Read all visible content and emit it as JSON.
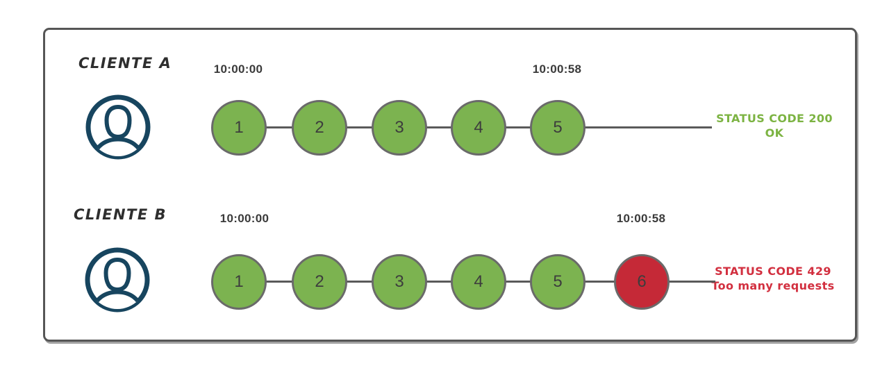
{
  "diagram": {
    "topic": "rate-limiting",
    "colors": {
      "request_ok_fill": "#7cb350",
      "request_blocked_fill": "#c52937",
      "circle_border": "#6a6a6a",
      "timeline_line": "#5a5a5a",
      "user_icon_stroke": "#17455f",
      "status_ok_text": "#7cb342",
      "status_error_text": "#d22f3f",
      "frame_border": "#565656",
      "label_text": "#2e2e2e",
      "time_text": "#3a3a3a"
    }
  },
  "clients": [
    {
      "name": "CLIENTE A",
      "icon": "user-icon",
      "start_time": "10:00:00",
      "end_time": "10:00:58",
      "requests": [
        {
          "n": "1",
          "status": "ok"
        },
        {
          "n": "2",
          "status": "ok"
        },
        {
          "n": "3",
          "status": "ok"
        },
        {
          "n": "4",
          "status": "ok"
        },
        {
          "n": "5",
          "status": "ok"
        }
      ],
      "status": {
        "line1": "STATUS CODE 200",
        "line2": "OK",
        "color": "#7cb342"
      }
    },
    {
      "name": "CLIENTE B",
      "icon": "user-icon",
      "start_time": "10:00:00",
      "end_time": "10:00:58",
      "requests": [
        {
          "n": "1",
          "status": "ok"
        },
        {
          "n": "2",
          "status": "ok"
        },
        {
          "n": "3",
          "status": "ok"
        },
        {
          "n": "4",
          "status": "ok"
        },
        {
          "n": "5",
          "status": "ok"
        },
        {
          "n": "6",
          "status": "blocked"
        }
      ],
      "status": {
        "line1": "STATUS CODE 429",
        "line2": "Too many requests",
        "color": "#d22f3f"
      }
    }
  ]
}
